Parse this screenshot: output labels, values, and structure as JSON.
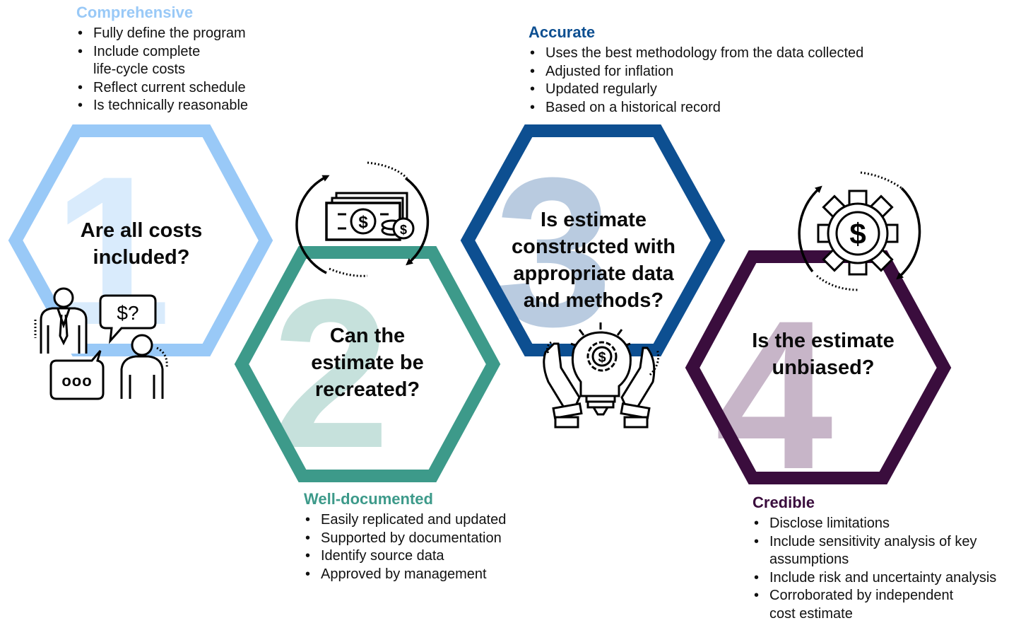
{
  "colors": {
    "comprehensive": "#99c9f7",
    "well_documented": "#3d9a8a",
    "accurate": "#0d4f91",
    "credible": "#3a0d3d",
    "numeral_1": "#d9ebfc",
    "numeral_2": "#c6e1dc",
    "numeral_3": "#b9cbe0",
    "numeral_4": "#c7b5c8"
  },
  "characteristics": [
    {
      "numeral": "1",
      "heading": "Comprehensive",
      "question": "Are all costs included?",
      "points": [
        "Fully define the program",
        "Include complete life-cycle costs",
        "Reflect current schedule",
        "Is technically reasonable"
      ],
      "icon": "people-discussing-cost-icon"
    },
    {
      "numeral": "2",
      "heading": "Well-documented",
      "question": "Can the estimate be recreated?",
      "points": [
        "Easily replicated and updated",
        "Supported by documentation",
        "Identify source data",
        "Approved by management"
      ],
      "icon": "money-cycle-icon"
    },
    {
      "numeral": "3",
      "heading": "Accurate",
      "question": "Is estimate constructed with appropriate data and methods?",
      "points": [
        "Uses the best methodology from the data collected",
        "Adjusted for inflation",
        "Updated regularly",
        "Based on a historical record"
      ],
      "icon": "hands-lightbulb-dollar-icon"
    },
    {
      "numeral": "4",
      "heading": "Credible",
      "question": "Is the estimate unbiased?",
      "points": [
        "Disclose limitations",
        "Include sensitivity analysis of key assumptions",
        "Include risk and uncertainty analysis",
        "Corroborated by independent cost estimate"
      ],
      "icon": "gear-dollar-cycle-icon"
    }
  ],
  "icon_glyphs": {
    "dollar_question": "$?",
    "ellipsis": "ooo",
    "dollar": "$"
  }
}
